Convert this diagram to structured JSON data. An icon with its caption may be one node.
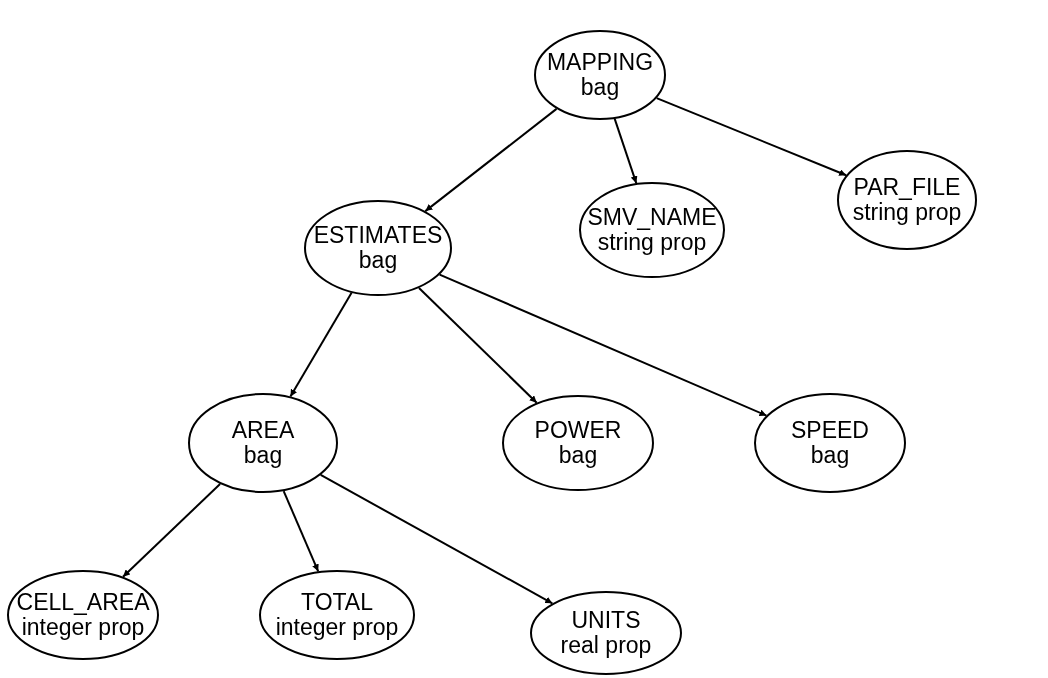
{
  "diagram": {
    "nodes": [
      {
        "text": [
          "MAPPING",
          "bag"
        ]
      },
      {
        "text": [
          "ESTIMATES",
          "bag"
        ]
      },
      {
        "text": [
          "SMV_NAME",
          "string prop"
        ]
      },
      {
        "text": [
          "PAR_FILE",
          "string prop"
        ]
      },
      {
        "text": [
          "AREA",
          "bag"
        ]
      },
      {
        "text": [
          "POWER",
          "bag"
        ]
      },
      {
        "text": [
          "SPEED",
          "bag"
        ]
      },
      {
        "text": [
          "CELL_AREA",
          "integer prop"
        ]
      },
      {
        "text": [
          "TOTAL",
          "integer prop"
        ]
      },
      {
        "text": [
          "UNITS",
          "real prop"
        ]
      }
    ],
    "edges": [
      {
        "from": 0,
        "to": 1,
        "arrow": "to"
      },
      {
        "from": 0,
        "to": 2,
        "arrow": "to"
      },
      {
        "from": 0,
        "to": 3,
        "arrow": "to"
      },
      {
        "from": 1,
        "to": 4,
        "arrow": "to"
      },
      {
        "from": 1,
        "to": 5,
        "arrow": "to"
      },
      {
        "from": 1,
        "to": 6,
        "arrow": "to"
      },
      {
        "from": 4,
        "to": 7,
        "arrow": "to"
      },
      {
        "from": 4,
        "to": 8,
        "arrow": "to"
      },
      {
        "from": 4,
        "to": 9,
        "arrow": "to"
      }
    ]
  }
}
